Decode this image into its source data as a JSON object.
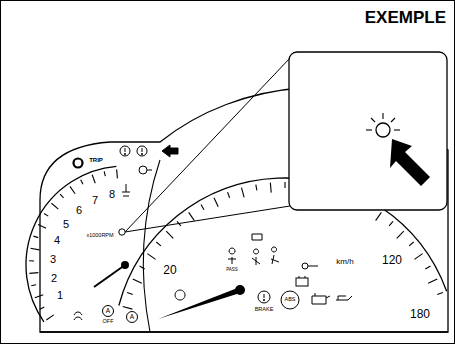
{
  "diagram": {
    "nodes": [
      {
        "text": [
          "EXEMPLE"
        ]
      }
    ],
    "labels": [
      "TRIP",
      "8",
      "7",
      "6",
      "5",
      "4",
      "3",
      "2",
      "1",
      "x1000RPM",
      "20",
      "km/h",
      "120",
      "180",
      "PASS",
      "BRAKE",
      "ABS",
      "A",
      "OFF",
      "A"
    ]
  }
}
